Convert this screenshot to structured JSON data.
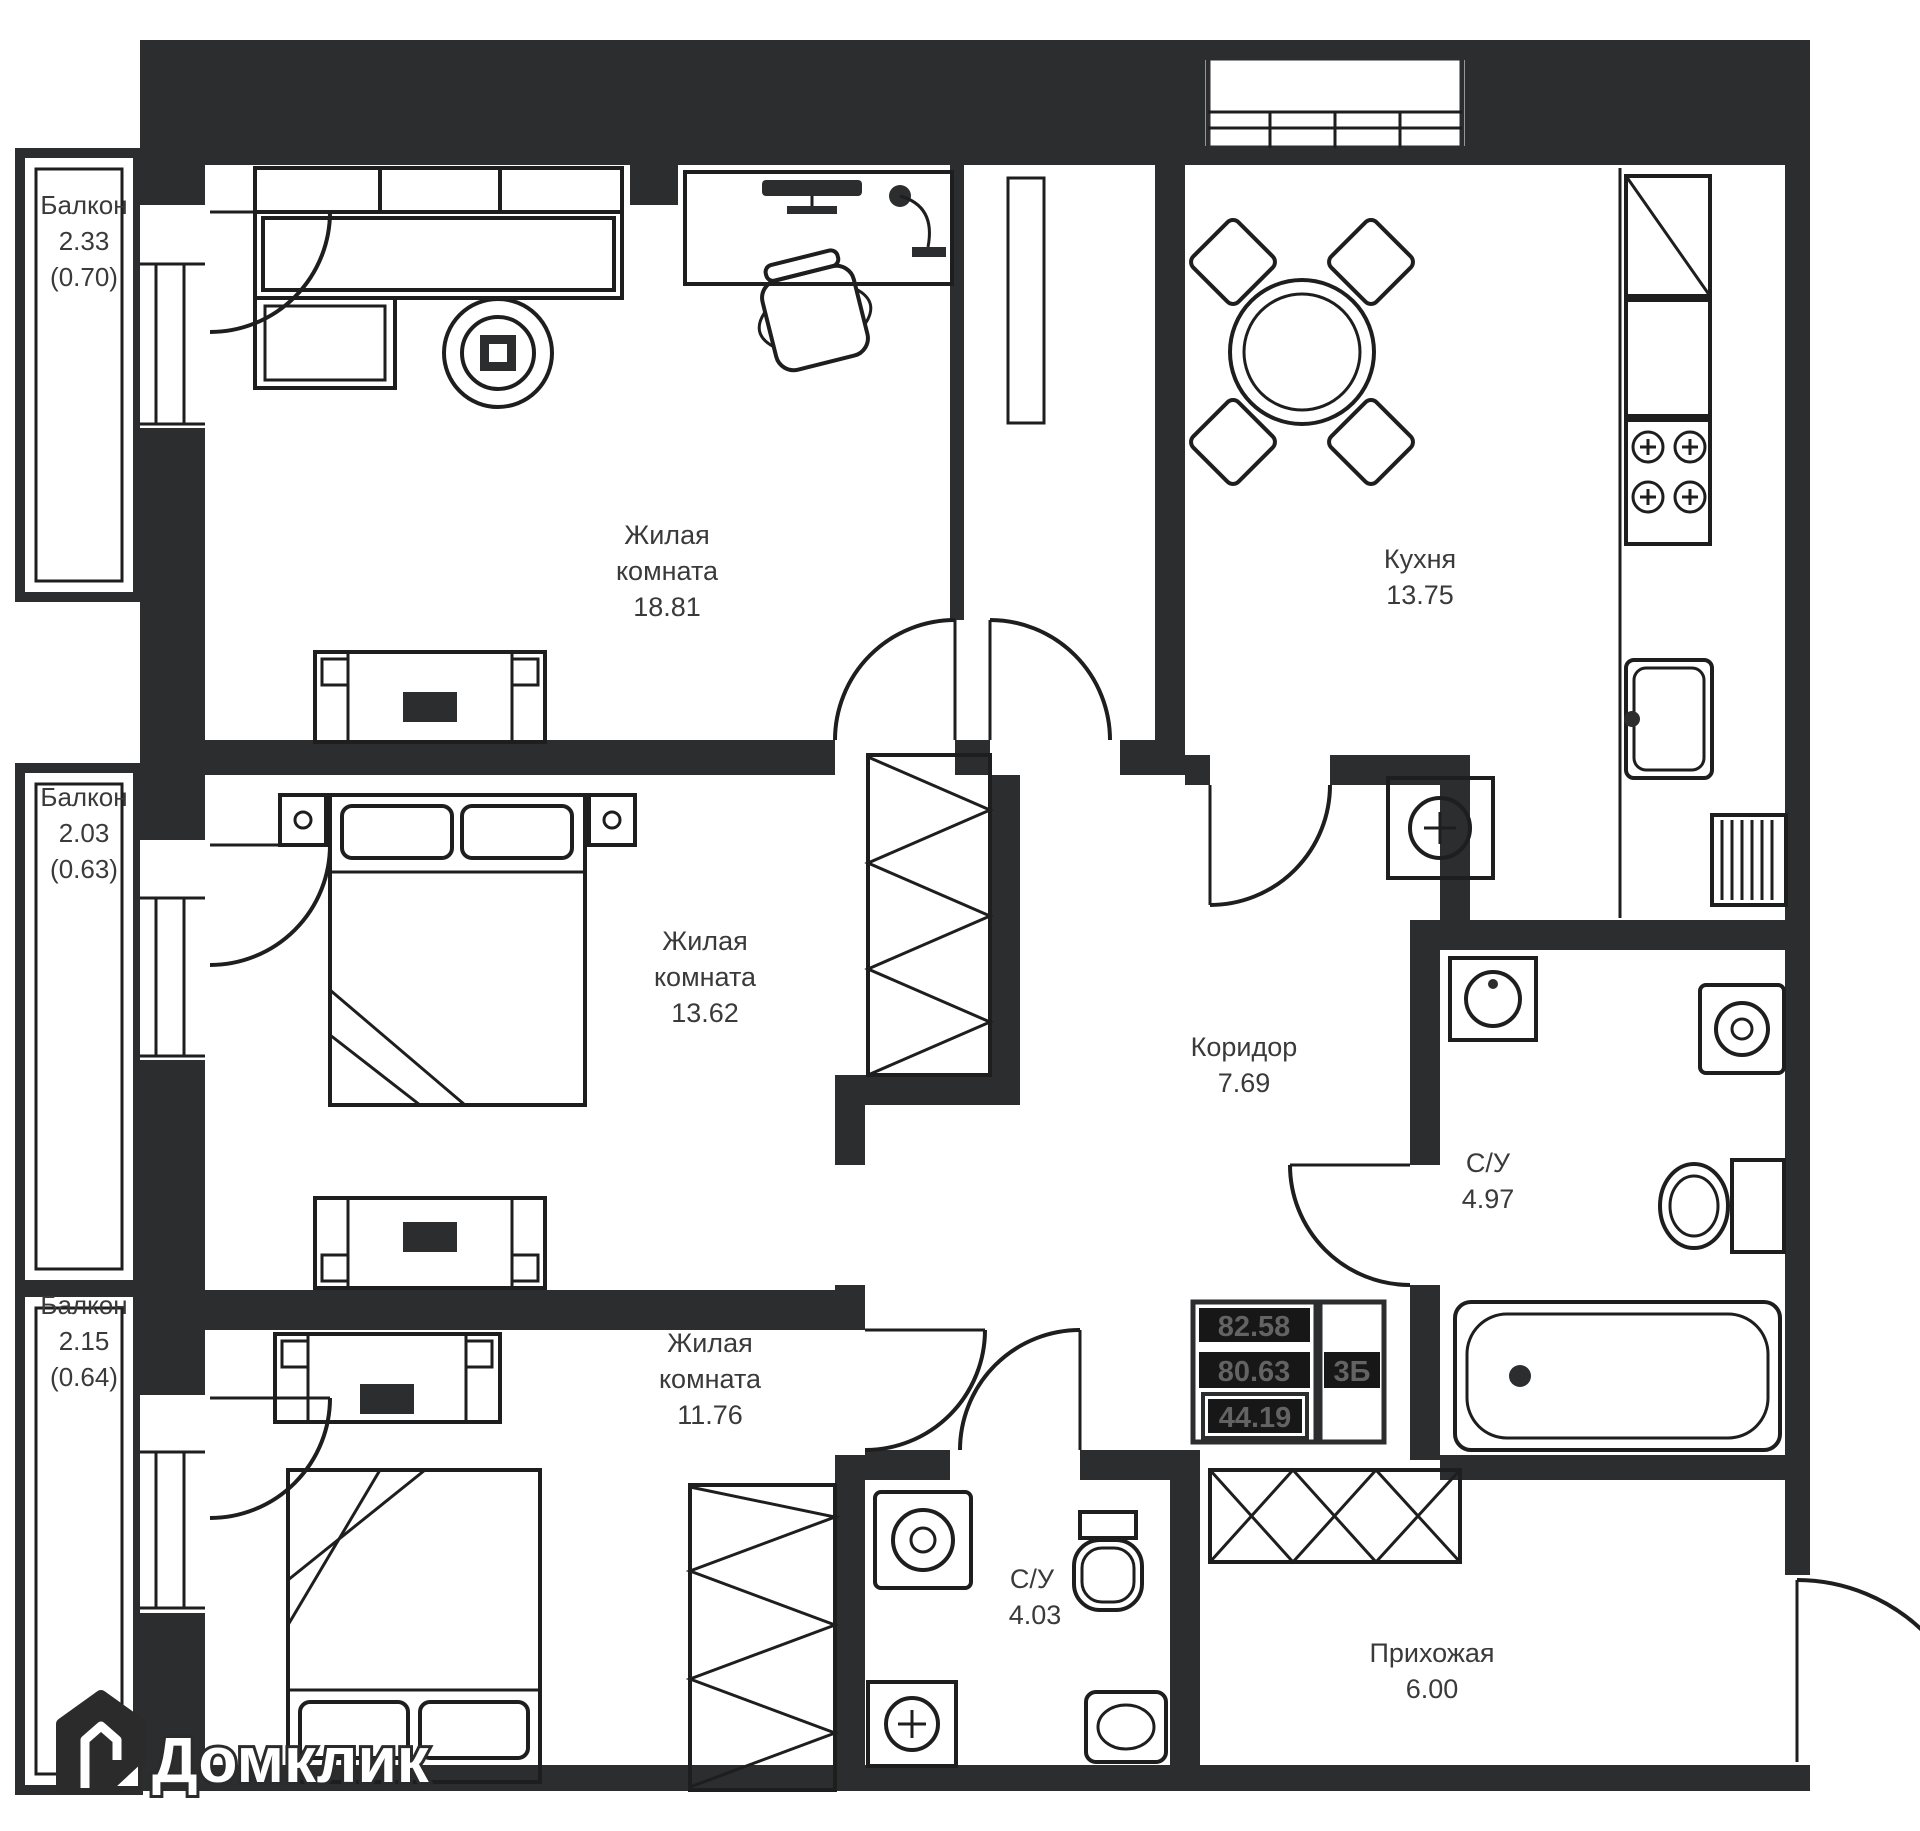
{
  "rooms": [
    {
      "line1": "Жилая",
      "line2": "комната",
      "area": "18.81"
    },
    {
      "line1": "Кухня",
      "area": "13.75"
    },
    {
      "line1": "Жилая",
      "line2": "комната",
      "area": "13.62"
    },
    {
      "line1": "Коридор",
      "area": "7.69"
    },
    {
      "line1": "С/У",
      "area": "4.97"
    },
    {
      "line1": "Жилая",
      "line2": "комната",
      "area": "11.76"
    },
    {
      "line1": "С/У",
      "area": "4.03"
    },
    {
      "line1": "Прихожая",
      "area": "6.00"
    }
  ],
  "balconies": [
    {
      "name": "Балкон",
      "area": "2.33",
      "coef": "(0.70)"
    },
    {
      "name": "Балкон",
      "area": "2.03",
      "coef": "(0.63)"
    },
    {
      "name": "Балкон",
      "area": "2.15",
      "coef": "(0.64)"
    }
  ],
  "stamp": {
    "row1": "82.58",
    "row2": "80.63",
    "row2_label": "3Б",
    "row3": "44.19"
  },
  "watermark": {
    "brand": "Домклик"
  },
  "colors": {
    "wall": "#2c2d2e",
    "line": "#1e1e1e",
    "label": "#3a3a3a"
  }
}
